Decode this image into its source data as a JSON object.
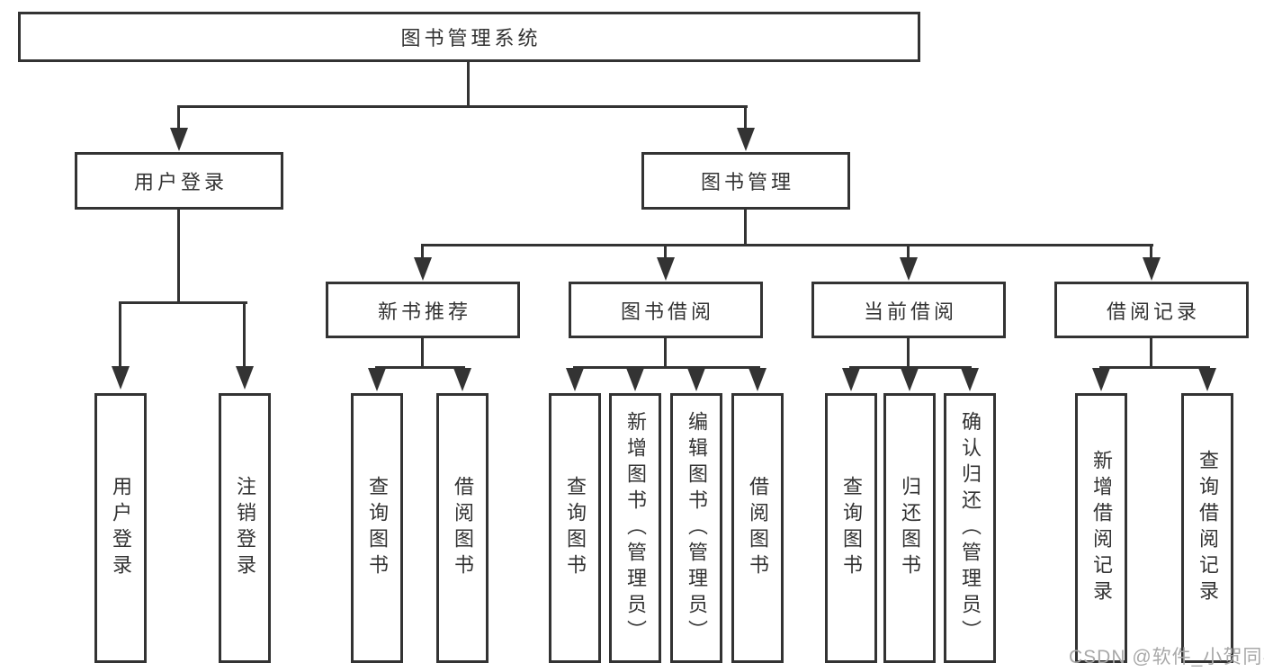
{
  "tree": {
    "root": {
      "label": "图书管理系统",
      "children": [
        {
          "label": "用户登录",
          "children": [
            {
              "label": "用户登录"
            },
            {
              "label": "注销登录"
            }
          ]
        },
        {
          "label": "图书管理",
          "children": [
            {
              "label": "新书推荐",
              "children": [
                {
                  "label": "查询图书"
                },
                {
                  "label": "借阅图书"
                }
              ]
            },
            {
              "label": "图书借阅",
              "children": [
                {
                  "label": "查询图书"
                },
                {
                  "label": "新增图书（管理员）"
                },
                {
                  "label": "编辑图书（管理员）"
                },
                {
                  "label": "借阅图书"
                }
              ]
            },
            {
              "label": "当前借阅",
              "children": [
                {
                  "label": "查询图书"
                },
                {
                  "label": "归还图书"
                },
                {
                  "label": "确认归还（管理员）"
                }
              ]
            },
            {
              "label": "借阅记录",
              "children": [
                {
                  "label": "新增借阅记录"
                },
                {
                  "label": "查询借阅记录"
                }
              ]
            }
          ]
        }
      ]
    }
  },
  "watermark": {
    "text": "CSDN @软件_小贺同学"
  },
  "colors": {
    "line": "#333333",
    "text": "#333333",
    "watermark": "#a8a8a8",
    "background": "#ffffff"
  }
}
